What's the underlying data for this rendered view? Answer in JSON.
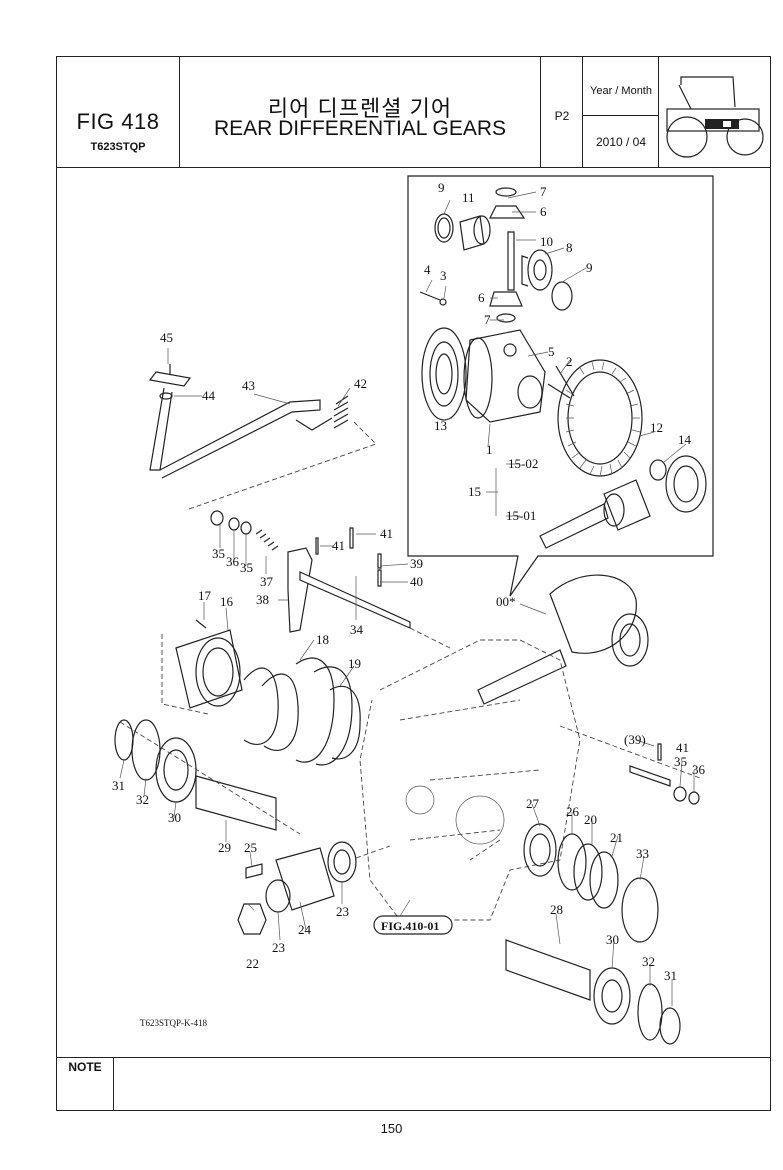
{
  "header": {
    "fig_number": "FIG 418",
    "model_code": "T623STQP",
    "title_korean": "리어 디프렌셜 기어",
    "title_english": "REAR DIFFERENTIAL GEARS",
    "page_tag": "P2",
    "year_month_label": "Year / Month",
    "year_month_value": "2010 / 04",
    "thumbnail_icon": "tractor-icon"
  },
  "diagram": {
    "reference_box": "FIG.410-01",
    "drawing_code": "T623STQP-K-418",
    "labels": {
      "p1": "1",
      "p2": "2",
      "p3": "3",
      "p4": "4",
      "p5": "5",
      "p6a": "6",
      "p6b": "6",
      "p7a": "7",
      "p7b": "7",
      "p8": "8",
      "p9a": "9",
      "p9b": "9",
      "p10": "10",
      "p11": "11",
      "p12": "12",
      "p13": "13",
      "p14": "14",
      "p15": "15",
      "p15_01": "15-01",
      "p15_02": "15-02",
      "p00": "00*",
      "p16": "16",
      "p17": "17",
      "p18": "18",
      "p19": "19",
      "p22": "22",
      "p23a": "23",
      "p23b": "23",
      "p24": "24",
      "p25": "25",
      "p26": "26",
      "p20": "20",
      "p21": "21",
      "p27": "27",
      "p28": "28",
      "p29": "29",
      "p30a": "30",
      "p30b": "30",
      "p31a": "31",
      "p31b": "31",
      "p32a": "32",
      "p32b": "32",
      "p33": "33",
      "p34": "34",
      "p35a": "35",
      "p35b": "35",
      "p35c": "35",
      "p36a": "36",
      "p36b": "36",
      "p37": "37",
      "p38": "38",
      "p39": "39",
      "p39p": "(39)",
      "p40": "40",
      "p41a": "41",
      "p41b": "41",
      "p41c": "41",
      "p42": "42",
      "p43": "43",
      "p44": "44",
      "p45": "45"
    }
  },
  "footer": {
    "note_label": "NOTE",
    "note_text": "",
    "page_number": "150"
  }
}
